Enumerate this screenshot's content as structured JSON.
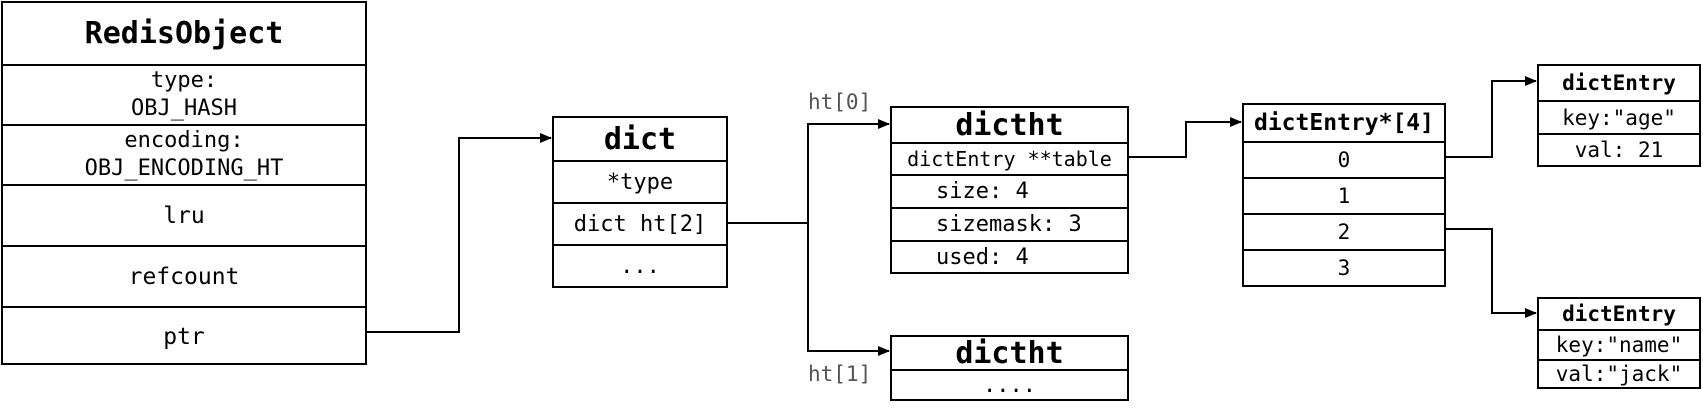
{
  "redis_object": {
    "title": "RedisObject",
    "fields": [
      [
        "type:",
        "OBJ_HASH"
      ],
      [
        "encoding:",
        "OBJ_ENCODING_HT"
      ],
      [
        "lru"
      ],
      [
        "refcount"
      ],
      [
        "ptr"
      ]
    ]
  },
  "dict": {
    "title": "dict",
    "fields": [
      "*type",
      "dict ht[2]",
      "..."
    ]
  },
  "ht_labels": [
    "ht[0]",
    "ht[1]"
  ],
  "dictht0": {
    "title": "dictht",
    "fields": [
      "dictEntry **table",
      "size: 4",
      "sizemask: 3",
      "used: 4"
    ]
  },
  "dictht1": {
    "title": "dictht",
    "fields": [
      "...."
    ]
  },
  "table": {
    "title": "dictEntry*[4]",
    "slots": [
      "0",
      "1",
      "2",
      "3"
    ]
  },
  "entries": [
    {
      "title": "dictEntry",
      "key": "key:\"age\"",
      "val": "val: 21"
    },
    {
      "title": "dictEntry",
      "key": "key:\"name\"",
      "val": "val:\"jack\""
    }
  ]
}
